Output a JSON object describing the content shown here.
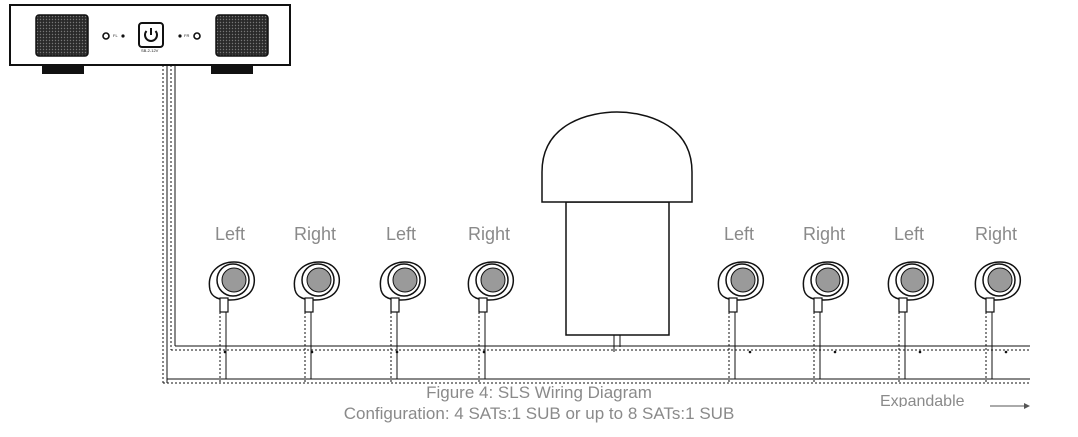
{
  "amplifier": {
    "power_label": "SB-2-12V",
    "left_indicator": "FL",
    "right_indicator": "FR"
  },
  "speakers": [
    {
      "label": "Left"
    },
    {
      "label": "Right"
    },
    {
      "label": "Left"
    },
    {
      "label": "Right"
    },
    {
      "label": "Left"
    },
    {
      "label": "Right"
    },
    {
      "label": "Left"
    },
    {
      "label": "Right"
    }
  ],
  "caption": {
    "title": "Figure 4: SLS Wiring Diagram",
    "subtitle": "Configuration: 4 SATs:1 SUB or up to 8 SATs:1 SUB"
  },
  "expandable_label": "Expandable",
  "colors": {
    "line": "#111111",
    "label": "#8a8a8a",
    "speaker_lens": "#9a9a9a"
  }
}
